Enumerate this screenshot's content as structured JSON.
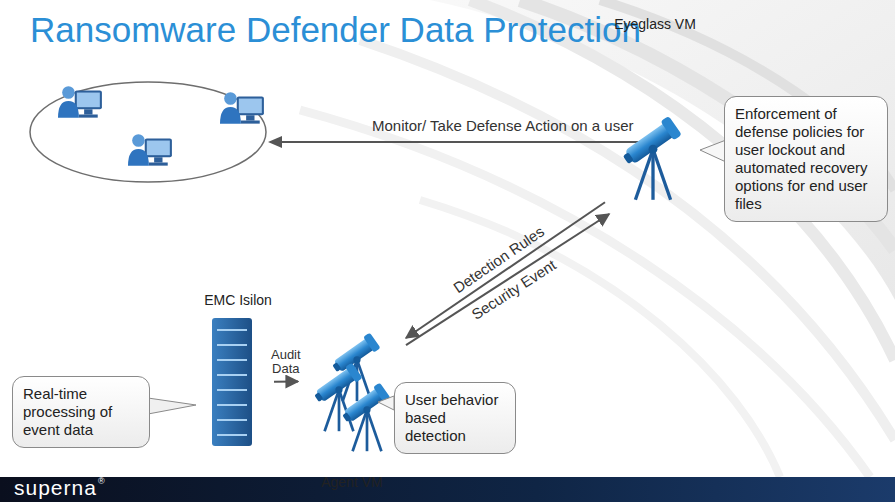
{
  "diagram": {
    "title": "Ransomware Defender Data Protection",
    "nodes": [
      {
        "text": [
          "Eyeglass VM"
        ]
      },
      {
        "text": [
          "Enforcement of defense policies for user lockout and automated recovery options for end user files"
        ]
      },
      {
        "text": [
          "EMC Isilon"
        ]
      },
      {
        "text": [
          "Real-time processing of event data"
        ]
      },
      {
        "text": [
          "Agent VM"
        ]
      },
      {
        "text": [
          "User behavior based detection"
        ]
      }
    ],
    "edges": [
      {
        "from": 0,
        "to": 4,
        "label": "Detection Rules",
        "arrow": "to"
      },
      {
        "from": 4,
        "to": 0,
        "label": "Security Event",
        "arrow": "to"
      },
      {
        "from": 2,
        "to": 4,
        "label": "Audit Data",
        "arrow": "to"
      }
    ],
    "labels": [
      "Monitor/ Take Defense Action on a user",
      "superna",
      "®"
    ]
  }
}
